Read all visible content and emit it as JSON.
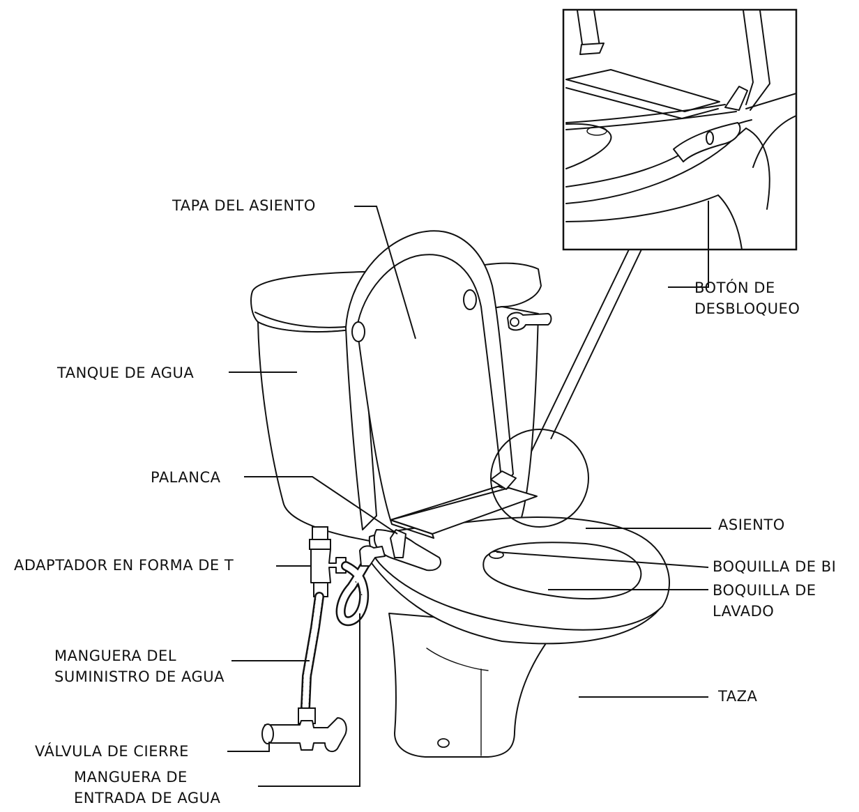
{
  "labels": {
    "tapa_del_asiento": "TAPA DEL ASIENTO",
    "boton_desbloqueo": [
      "BOTÓN DE",
      "DESBLOQUEO"
    ],
    "tanque_de_agua": "TANQUE DE AGUA",
    "palanca": "PALANCA",
    "asiento": "ASIENTO",
    "adaptador_t": "ADAPTADOR EN FORMA DE T",
    "boquilla_bidet": "BOQUILLA DE BI",
    "boquilla_lavado": [
      "BOQUILLA DE",
      "LAVADO"
    ],
    "manguera_suministro": [
      "MANGUERA DEL",
      "SUMINISTRO DE AGUA"
    ],
    "taza": "TAZA",
    "valvula_cierre": "VÁLVULA DE CIERRE",
    "manguera_entrada": [
      "MANGUERA DE",
      "ENTRADA DE AGUA"
    ]
  }
}
